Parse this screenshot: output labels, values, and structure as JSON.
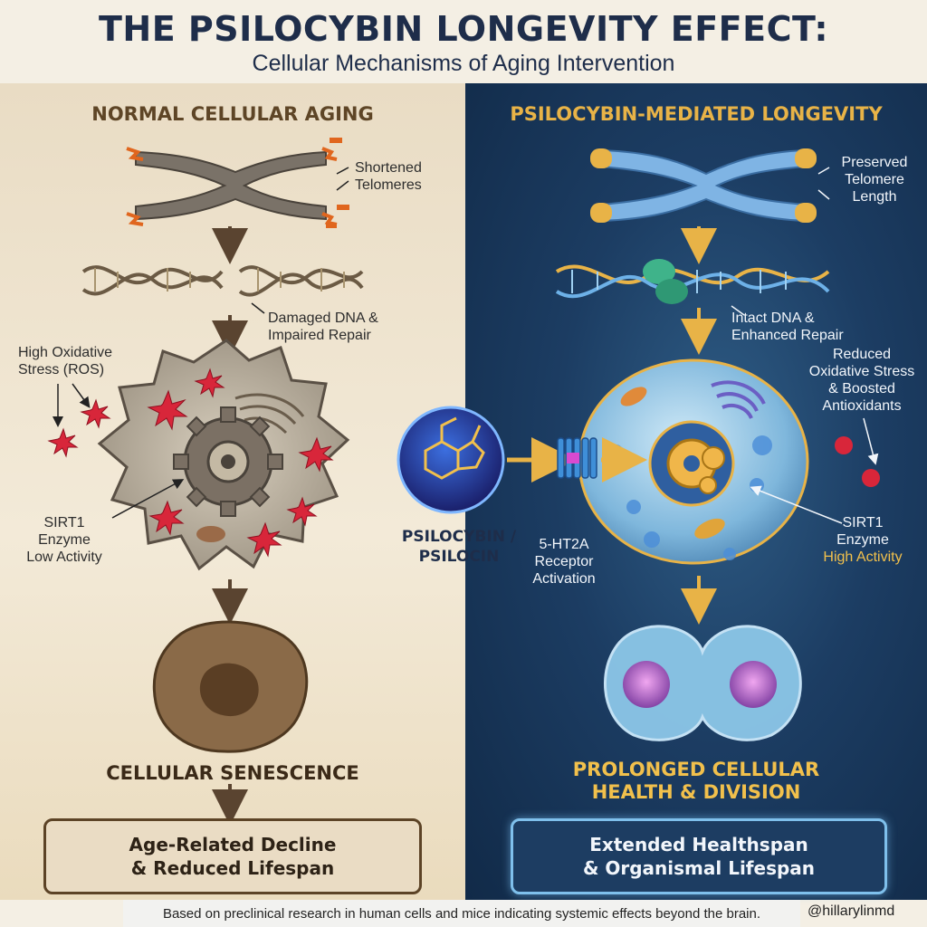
{
  "header": {
    "title": "THE PSILOCYBIN LONGEVITY EFFECT:",
    "subtitle": "Cellular Mechanisms of Aging Intervention"
  },
  "left": {
    "heading": "NORMAL CELLULAR AGING",
    "telomere_label": [
      "Shortened",
      "Telomeres"
    ],
    "dna_label": [
      "Damaged DNA &",
      "Impaired Repair"
    ],
    "ros_label": [
      "High Oxidative",
      "Stress (ROS)"
    ],
    "sirt_label": [
      "SIRT1",
      "Enzyme",
      "Low Activity"
    ],
    "senescence": "CELLULAR SENESCENCE",
    "outcome": [
      "Age-Related Decline",
      "& Reduced Lifespan"
    ]
  },
  "center": {
    "molecule_label": [
      "PSILOCYBIN /",
      "PSILOCIN"
    ],
    "receptor_label": [
      "5-HT2A",
      "Receptor",
      "Activation"
    ]
  },
  "right": {
    "heading": "PSILOCYBIN-MEDIATED LONGEVITY",
    "telomere_label": [
      "Preserved",
      "Telomere",
      "Length"
    ],
    "dna_label": [
      "Intact DNA &",
      "Enhanced Repair"
    ],
    "ros_label": [
      "Reduced",
      "Oxidative Stress",
      "& Boosted",
      "Antioxidants"
    ],
    "sirt_label": [
      "SIRT1",
      "Enzyme",
      "High Activity"
    ],
    "outcome_heading": [
      "PROLONGED CELLULAR",
      "HEALTH & DIVISION"
    ],
    "outcome": [
      "Extended Healthspan",
      "& Organismal Lifespan"
    ]
  },
  "footer": {
    "note": "Based on preclinical research in human cells and mice indicating systemic effects beyond the brain.",
    "handle": "@hillarylinmd"
  },
  "colors": {
    "title": "#1e2d4a",
    "left_accent": "#5e4526",
    "right_accent": "#e8b347",
    "ros_red": "#d8263a",
    "glow_blue": "#7fc0ec"
  },
  "icons": [
    "elderly-person-icon",
    "wilted-plant-icon",
    "standing-person-icon",
    "flower-icon",
    "gear-icon",
    "receptor-icon",
    "molecule-icon"
  ]
}
